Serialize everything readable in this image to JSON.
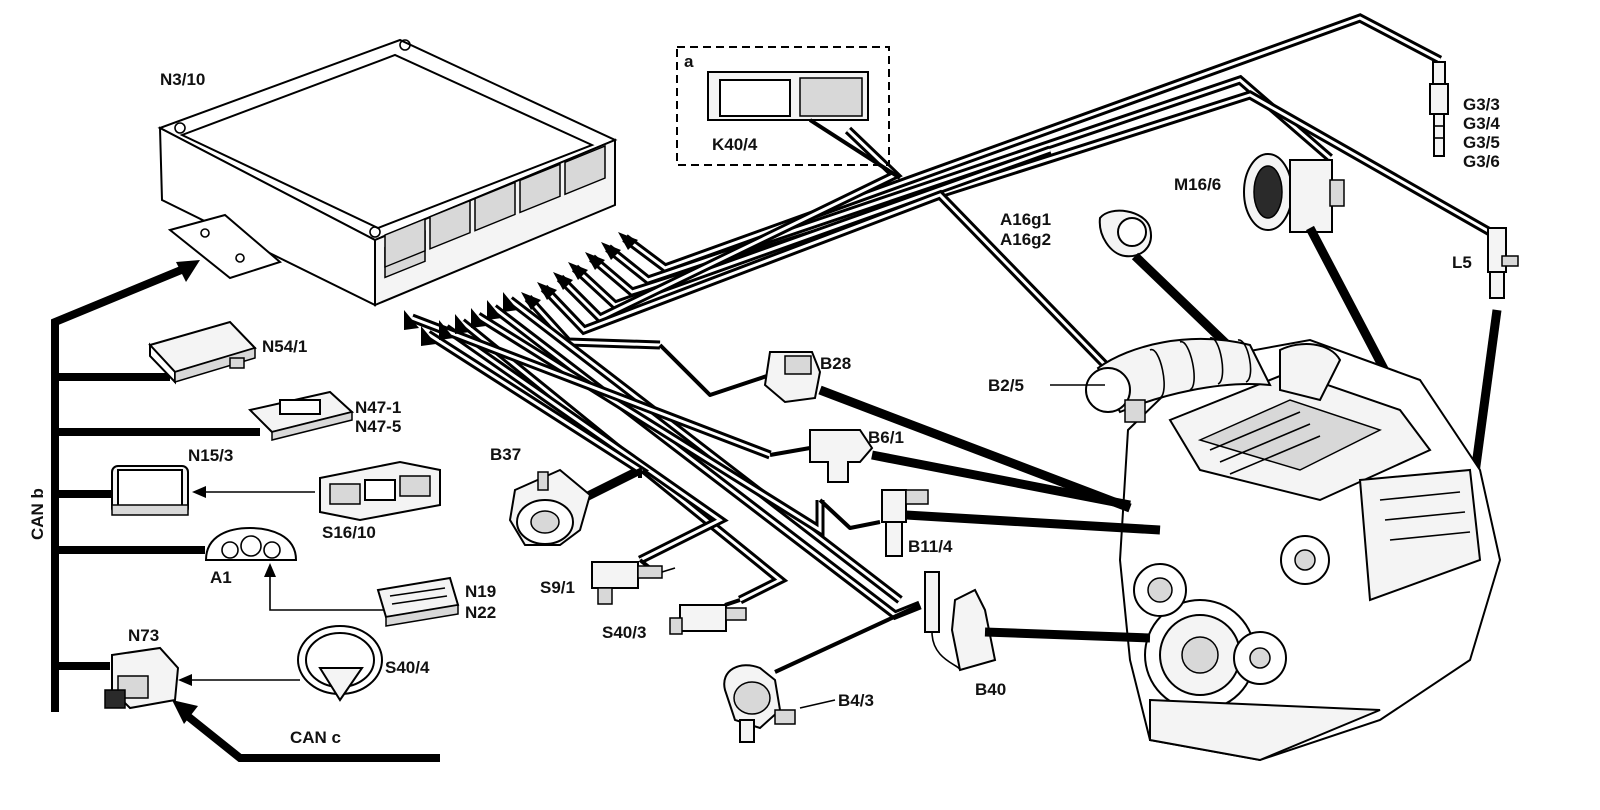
{
  "diagram": {
    "labels": {
      "n3_10": "N3/10",
      "a": "a",
      "k40_4": "K40/4",
      "g3_3": "G3/3",
      "g3_4": "G3/4",
      "g3_5": "G3/5",
      "g3_6": "G3/6",
      "m16_6": "M16/6",
      "a16g1": "A16g1",
      "a16g2": "A16g2",
      "l5": "L5",
      "n54_1": "N54/1",
      "n47_1": "N47-1",
      "n47_5": "N47-5",
      "n15_3": "N15/3",
      "s16_10": "S16/10",
      "a1": "A1",
      "n19": "N19",
      "n22": "N22",
      "n73": "N73",
      "s40_4": "S40/4",
      "can_b": "CAN  b",
      "can_c": "CAN  c",
      "b28": "B28",
      "b2_5": "B2/5",
      "b6_1": "B6/1",
      "b37": "B37",
      "b11_4": "B11/4",
      "s9_1": "S9/1",
      "s40_3": "S40/3",
      "b40": "B40",
      "b4_3": "B4/3"
    },
    "colors": {
      "line": "#000000",
      "background": "#ffffff",
      "component_fill": "#f4f4f4"
    }
  }
}
